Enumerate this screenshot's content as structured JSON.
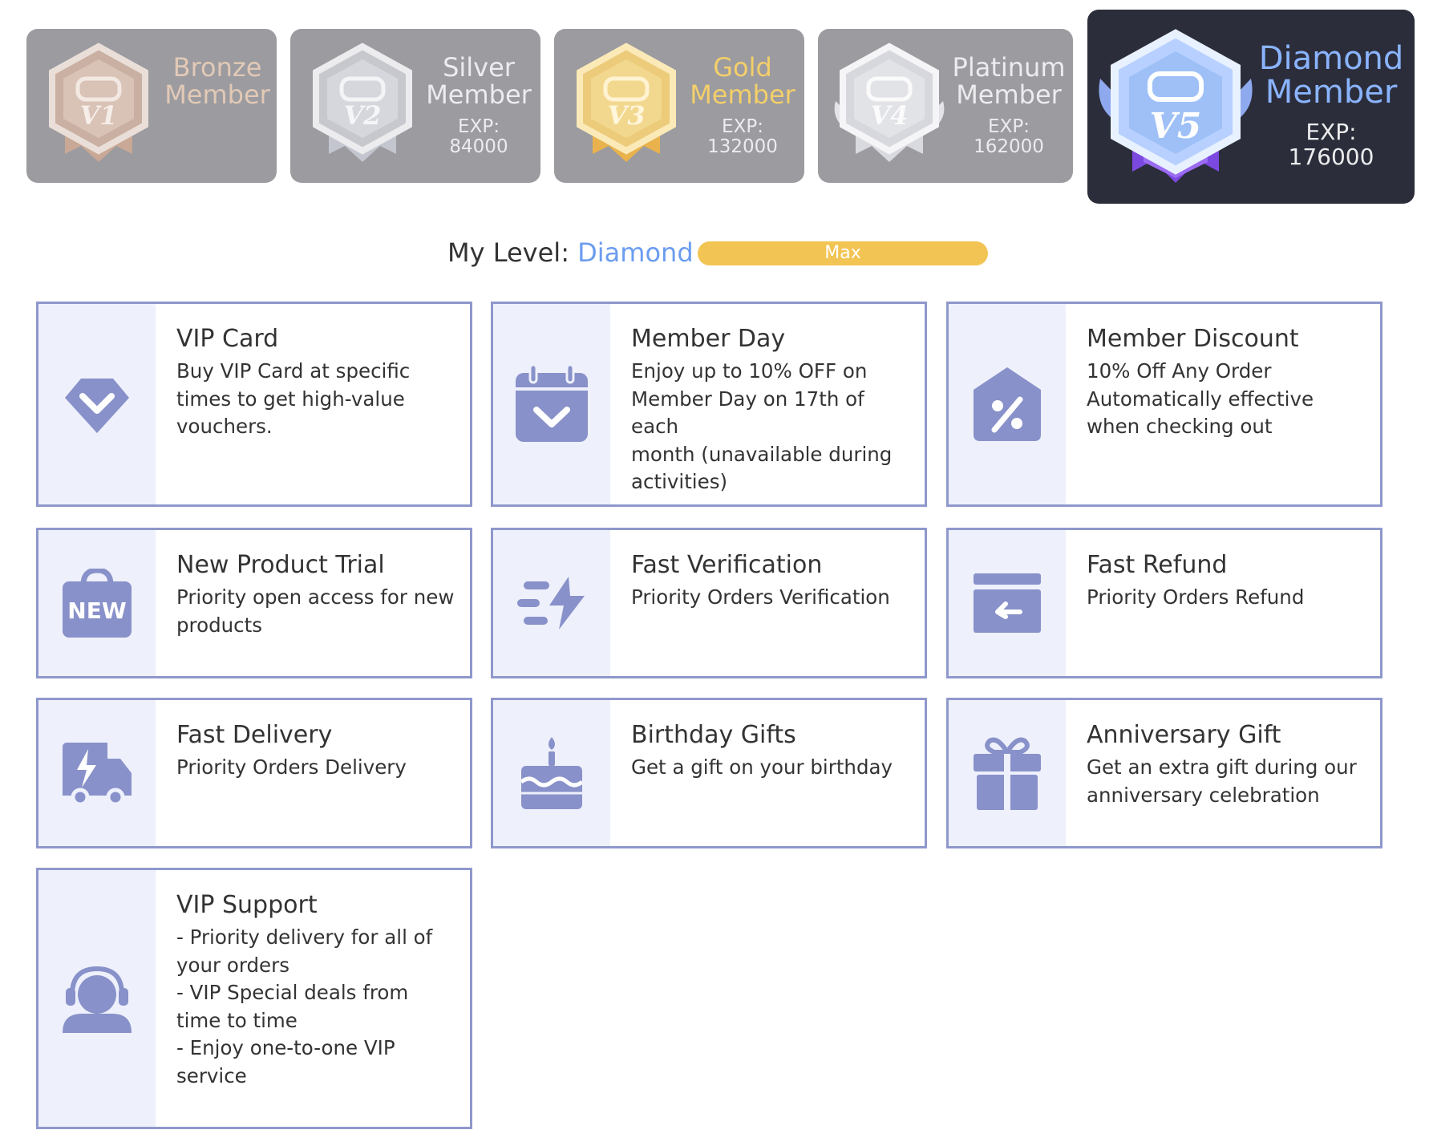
{
  "tiers": [
    {
      "code": "V1",
      "name_line1": "Bronze",
      "name_line2": "Member",
      "exp_label": "",
      "exp_value": "",
      "text_color": "#e2c9b6",
      "active": false
    },
    {
      "code": "V2",
      "name_line1": "Silver",
      "name_line2": "Member",
      "exp_label": "EXP:",
      "exp_value": "84000",
      "text_color": "#ececee",
      "active": false
    },
    {
      "code": "V3",
      "name_line1": "Gold",
      "name_line2": "Member",
      "exp_label": "EXP:",
      "exp_value": "132000",
      "text_color": "#f4cf6a",
      "active": false
    },
    {
      "code": "V4",
      "name_line1": "Platinum",
      "name_line2": "Member",
      "exp_label": "EXP:",
      "exp_value": "162000",
      "text_color": "#ececee",
      "active": false
    },
    {
      "code": "V5",
      "name_line1": "Diamond",
      "name_line2": "Member",
      "exp_label": "EXP:",
      "exp_value": "176000",
      "text_color": "#8ab4ff",
      "active": true
    }
  ],
  "level": {
    "label": "My Level:",
    "value": "Diamond",
    "progress_text": "Max",
    "progress": 1.0
  },
  "benefits": [
    {
      "icon": "vip-card-icon",
      "title": "VIP Card",
      "desc": "Buy VIP Card at specific\ntimes to get high-value\nvouchers."
    },
    {
      "icon": "calendar-check-icon",
      "title": "Member Day",
      "desc": "Enjoy up to 10% OFF on\nMember Day on 17th of each\nmonth (unavailable during\nactivities)"
    },
    {
      "icon": "percent-tag-icon",
      "title": "Member Discount",
      "desc": "10% Off Any Order\nAutomatically effective\nwhen checking out"
    },
    {
      "icon": "new-bag-icon",
      "title": "New Product Trial",
      "desc": "Priority open access for new\nproducts"
    },
    {
      "icon": "lightning-speed-icon",
      "title": "Fast Verification",
      "desc": "Priority Orders Verification"
    },
    {
      "icon": "refund-card-icon",
      "title": "Fast Refund",
      "desc": "Priority Orders Refund"
    },
    {
      "icon": "delivery-truck-icon",
      "title": "Fast Delivery",
      "desc": "Priority Orders Delivery"
    },
    {
      "icon": "birthday-cake-icon",
      "title": "Birthday Gifts",
      "desc": "Get a gift on your birthday"
    },
    {
      "icon": "gift-box-icon",
      "title": "Anniversary Gift",
      "desc": "Get an extra gift during our\nanniversary celebration"
    },
    {
      "icon": "headset-support-icon",
      "title": "VIP Support",
      "desc": "- Priority delivery for all of\nyour orders\n- VIP Special deals from\ntime to time\n- Enjoy one-to-one VIP\nservice"
    }
  ],
  "colors": {
    "accent": "#6b9cf0",
    "icon": "#8891c9",
    "card_border": "#8f98cc",
    "progress": "#f2c453",
    "tier_bg": "#9b9ba0",
    "tier_active_bg": "#2b2d3a"
  }
}
